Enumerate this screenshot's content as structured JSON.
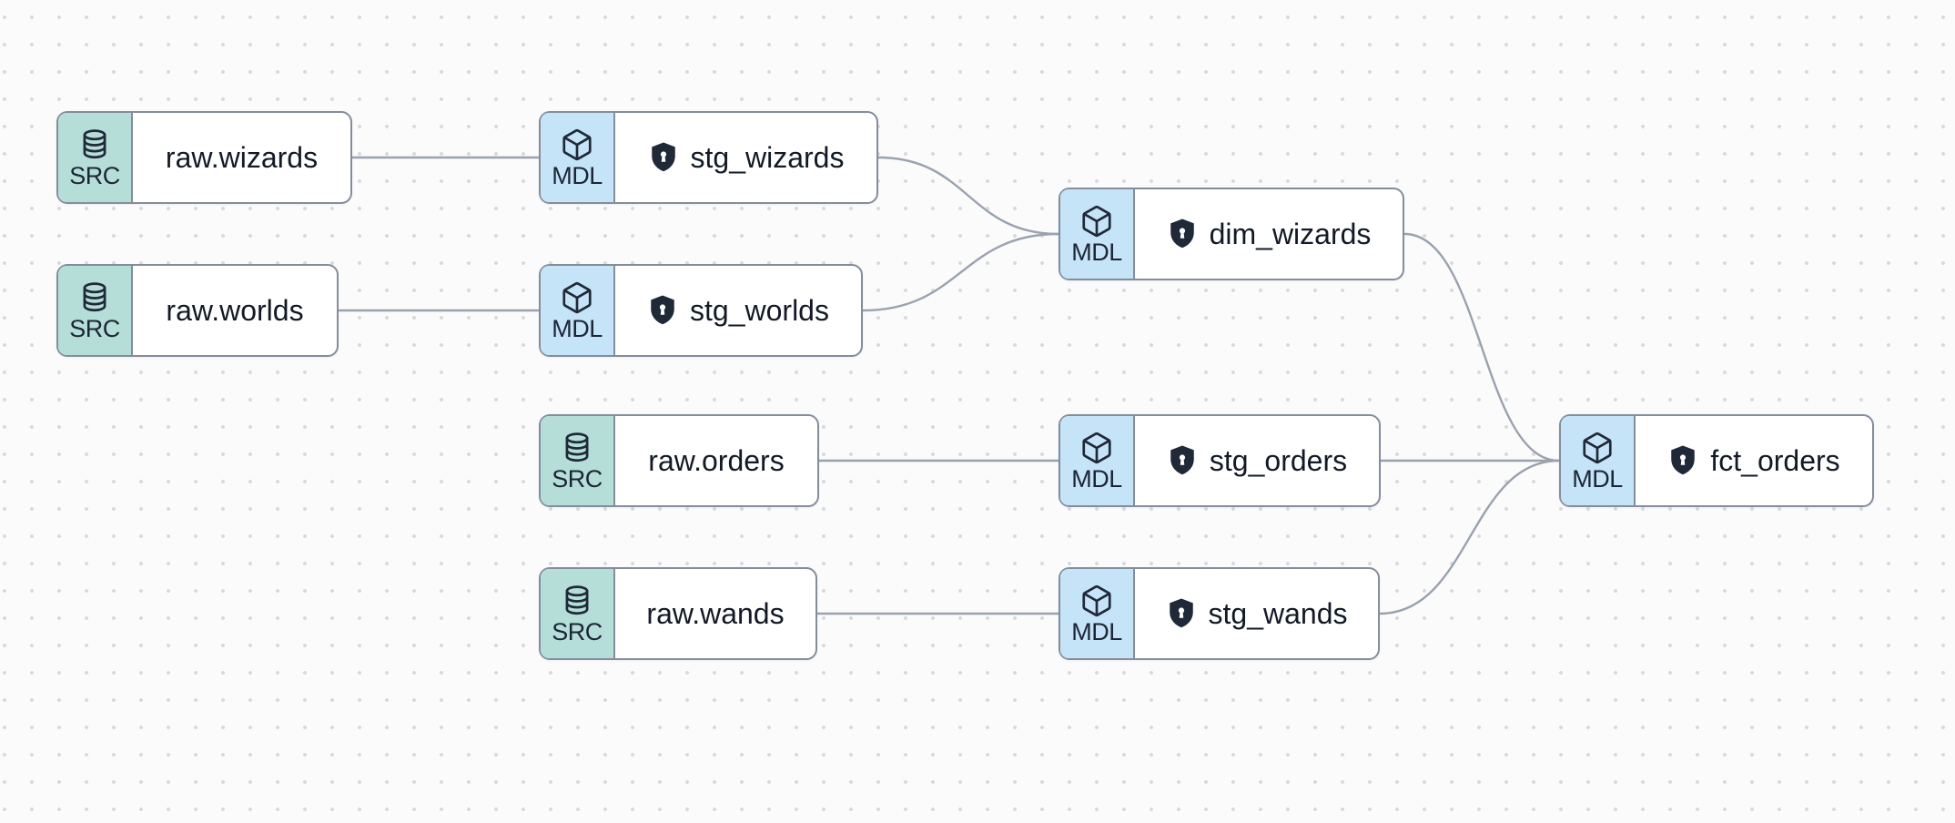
{
  "canvas": {
    "description": "data lineage graph with dotted grid background"
  },
  "colors": {
    "background": "#fbfbfc",
    "grid_dot": "#d9dadc",
    "node_border": "#848d9c",
    "source_badge_bg": "#b6ded9",
    "model_badge_bg": "#c6e4f8",
    "edge": "#9aa2ae",
    "label_text": "#121a26",
    "shield": "#1f2937"
  },
  "nodes": {
    "raw_wizards": {
      "badge": "SRC",
      "label": "raw.wizards",
      "type": "source",
      "icon": "database-icon"
    },
    "stg_wizards": {
      "badge": "MDL",
      "label": "stg_wizards",
      "type": "model",
      "icon": "cube-icon",
      "shield": true
    },
    "raw_worlds": {
      "badge": "SRC",
      "label": "raw.worlds",
      "type": "source",
      "icon": "database-icon"
    },
    "stg_worlds": {
      "badge": "MDL",
      "label": "stg_worlds",
      "type": "model",
      "icon": "cube-icon",
      "shield": true
    },
    "dim_wizards": {
      "badge": "MDL",
      "label": "dim_wizards",
      "type": "model",
      "icon": "cube-icon",
      "shield": true
    },
    "raw_orders": {
      "badge": "SRC",
      "label": "raw.orders",
      "type": "source",
      "icon": "database-icon"
    },
    "stg_orders": {
      "badge": "MDL",
      "label": "stg_orders",
      "type": "model",
      "icon": "cube-icon",
      "shield": true
    },
    "fct_orders": {
      "badge": "MDL",
      "label": "fct_orders",
      "type": "model",
      "icon": "cube-icon",
      "shield": true
    },
    "raw_wands": {
      "badge": "SRC",
      "label": "raw.wands",
      "type": "source",
      "icon": "database-icon"
    },
    "stg_wands": {
      "badge": "MDL",
      "label": "stg_wands",
      "type": "model",
      "icon": "cube-icon",
      "shield": true
    }
  },
  "edges": [
    {
      "from": "raw.wizards",
      "to": "stg_wizards"
    },
    {
      "from": "raw.worlds",
      "to": "stg_worlds"
    },
    {
      "from": "stg_wizards",
      "to": "dim_wizards"
    },
    {
      "from": "stg_worlds",
      "to": "dim_wizards"
    },
    {
      "from": "raw.orders",
      "to": "stg_orders"
    },
    {
      "from": "raw.wands",
      "to": "stg_wands"
    },
    {
      "from": "dim_wizards",
      "to": "fct_orders"
    },
    {
      "from": "stg_orders",
      "to": "fct_orders"
    },
    {
      "from": "stg_wands",
      "to": "fct_orders"
    }
  ]
}
